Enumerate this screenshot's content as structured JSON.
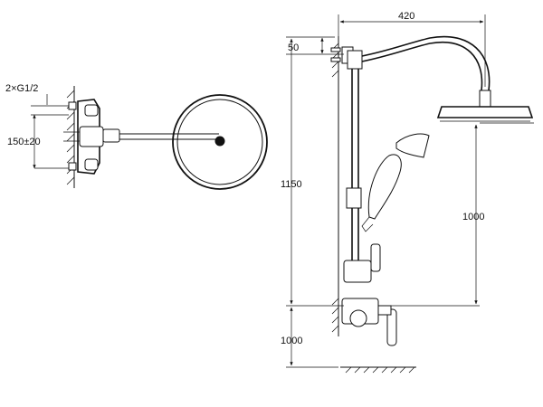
{
  "dimensions": {
    "thread": "2×G1/2",
    "centers": "150±20",
    "projection": "420",
    "top_offset": "50",
    "total_height": "1150",
    "head_to_valve": "1000",
    "floor_height": "1000"
  },
  "colors": {
    "line": "#111111",
    "background": "#ffffff"
  }
}
